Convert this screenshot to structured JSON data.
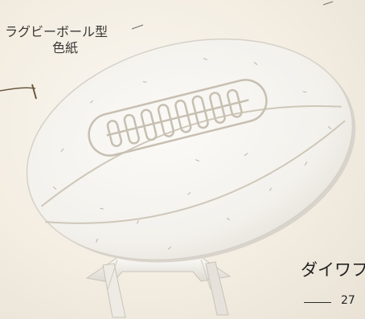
{
  "caption": {
    "line1": "ラグビーボール型",
    "line2": "色紙"
  },
  "brand_text": "ダイワフ",
  "size_text": "27",
  "colors": {
    "background": "#f3ede2",
    "board": "#f7f5f1",
    "outline": "#c9c1b4",
    "stand": "#f4f2ee",
    "text": "#232323"
  },
  "icons": [
    "rugby-ball-board",
    "lace-stitches",
    "stand"
  ]
}
